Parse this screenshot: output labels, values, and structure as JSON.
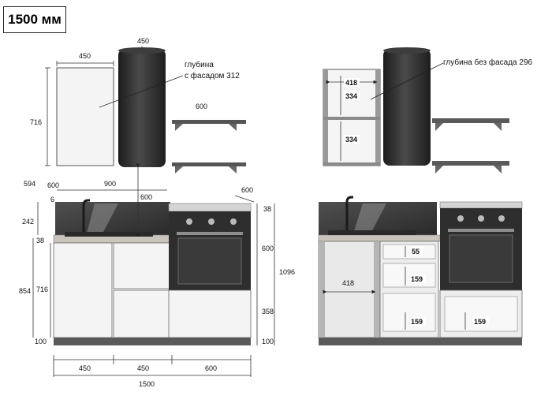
{
  "title": "1500 мм",
  "notes": {
    "depth_with_facade": "глубина\nс фасадом 312",
    "depth_with_facade_line1": "глубина",
    "depth_with_facade_line2": "с фасадом 312",
    "depth_without_facade": "глубина без фасада 296"
  },
  "top_left": {
    "cabinet_width": "450",
    "cabinet_height": "716",
    "hood_width": "450",
    "shelf_width": "600"
  },
  "top_right": {
    "shelf_top": "418",
    "shelf_1": "334",
    "shelf_2": "334"
  },
  "bottom_left": {
    "d594": "594",
    "d600a": "600",
    "d6": "6",
    "d900": "900",
    "d600b": "600",
    "d600c": "600",
    "d242": "242",
    "d38a": "38",
    "d854": "854",
    "d716": "716",
    "d100a": "100",
    "d38b": "38",
    "d600d": "600",
    "d1096": "1096",
    "d358": "358",
    "d100b": "100",
    "w450a": "450",
    "w450b": "450",
    "w600": "600",
    "total": "1500"
  },
  "bottom_right": {
    "d418": "418",
    "d55": "55",
    "d159a": "159",
    "d159b": "159",
    "d159c": "159"
  },
  "colors": {
    "dark": "#2b2b2b",
    "panel": "#f3f3f3",
    "counter": "#b9b5ad",
    "line": "#333333"
  }
}
